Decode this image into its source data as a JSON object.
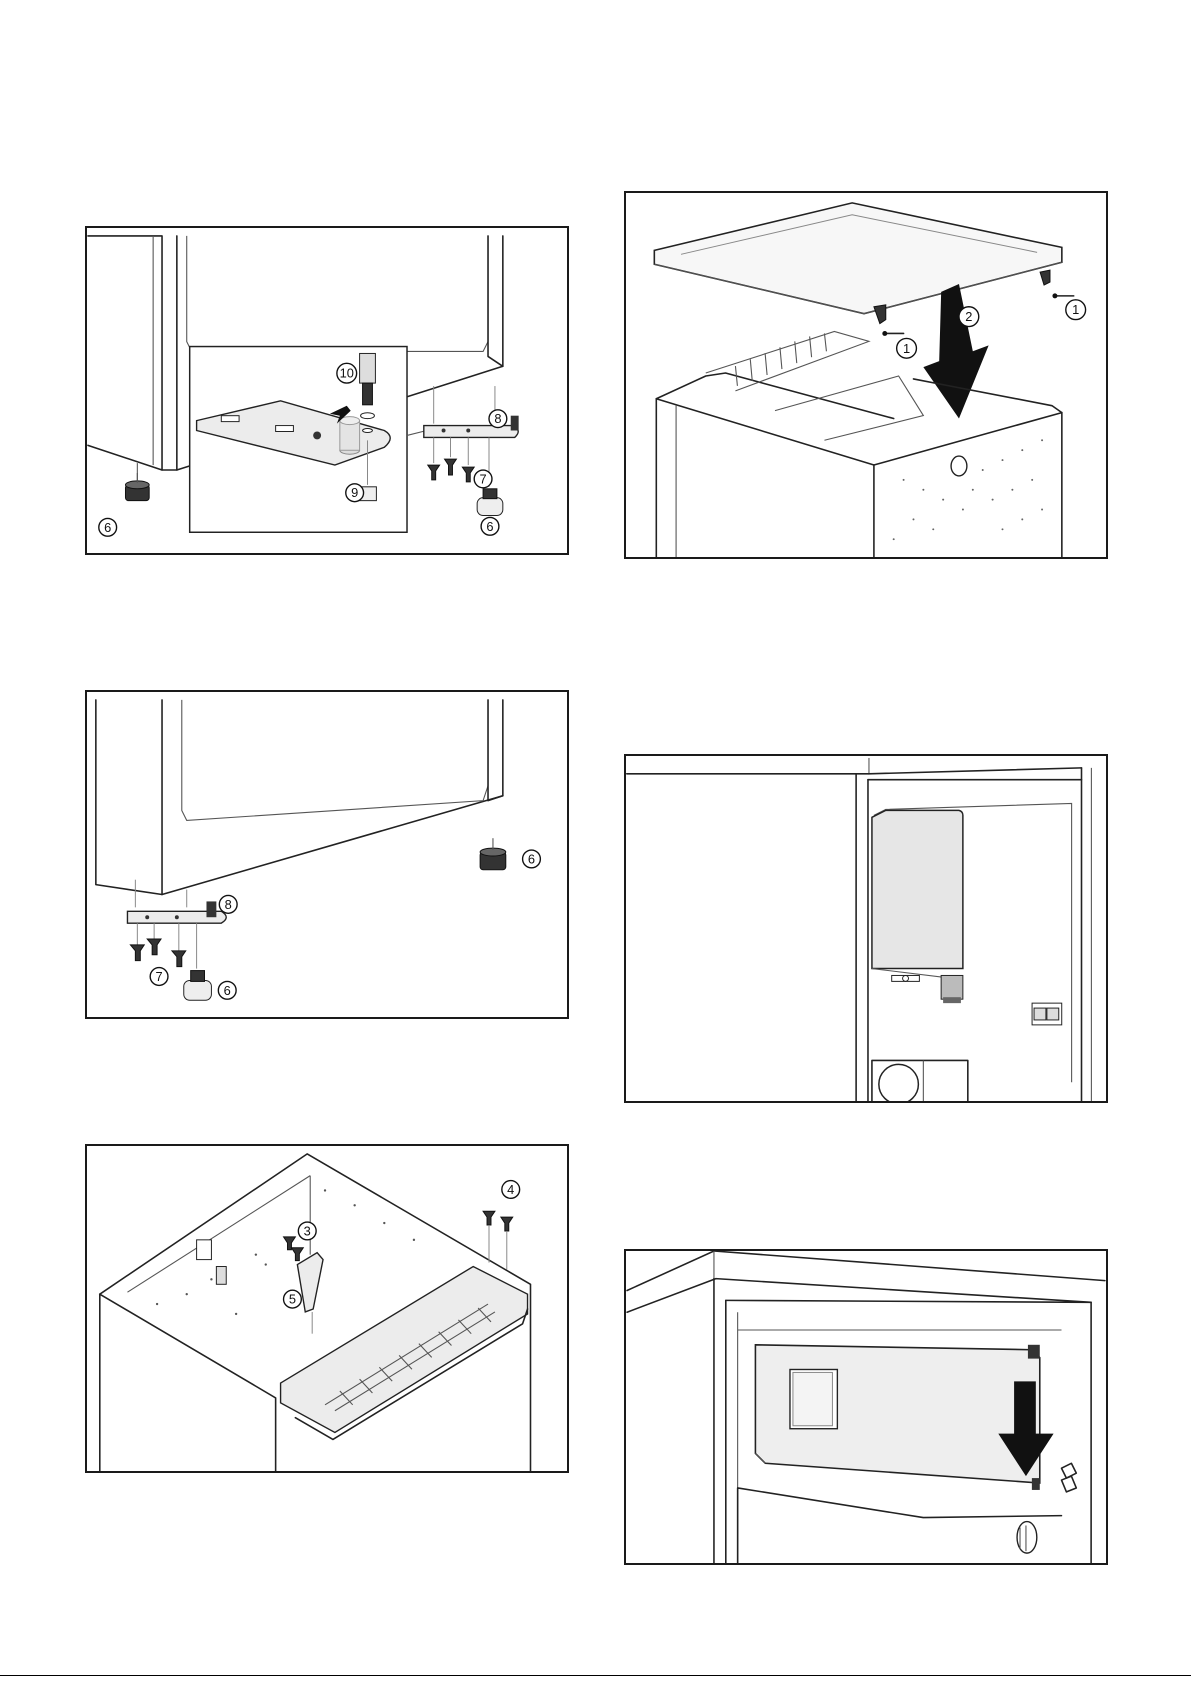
{
  "figures": {
    "fig1": {
      "callouts": [
        "10",
        "8",
        "9",
        "7",
        "6",
        "6"
      ]
    },
    "fig2": {
      "callouts": [
        "6",
        "8",
        "7",
        "6"
      ]
    },
    "fig3": {
      "callouts": [
        "4",
        "3",
        "5"
      ]
    },
    "fig4": {
      "callouts": [
        "2",
        "1",
        "1"
      ]
    },
    "fig5": {
      "callouts": []
    },
    "fig6": {
      "callouts": []
    }
  },
  "footer": {
    "text": ""
  }
}
